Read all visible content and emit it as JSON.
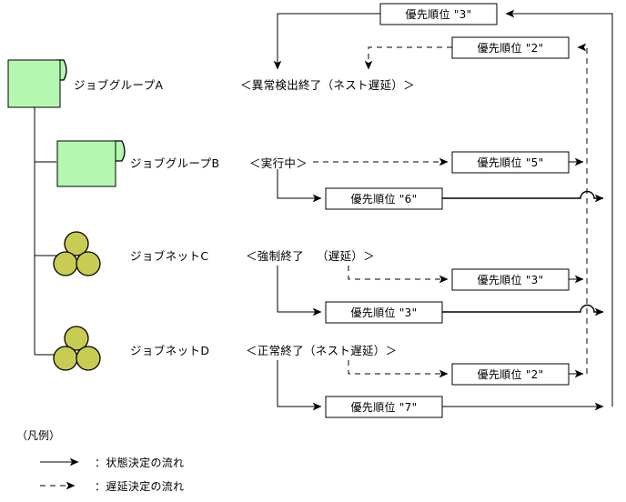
{
  "figure": {
    "nodes": [
      {
        "id": "group-a",
        "label": "ジョブグループA",
        "icon": "job-group-icon"
      },
      {
        "id": "group-b",
        "label": "ジョブグループB",
        "icon": "job-group-icon"
      },
      {
        "id": "net-c",
        "label": "ジョブネットC",
        "icon": "job-net-icon"
      },
      {
        "id": "net-d",
        "label": "ジョブネットD",
        "icon": "job-net-icon"
      }
    ],
    "states": [
      {
        "id": "state-a",
        "label": "＜異常検出終了（ネスト遅延）＞"
      },
      {
        "id": "state-b",
        "label": "＜実行中＞"
      },
      {
        "id": "state-c-main",
        "label": "＜強制終了"
      },
      {
        "id": "state-c-delay",
        "label": "（遅延）＞"
      },
      {
        "id": "state-d",
        "label": "＜正常終了（ネスト遅延）＞"
      }
    ],
    "priority_boxes": [
      {
        "id": "prio-top",
        "label": "優先順位 \"3\"",
        "flow": "status"
      },
      {
        "id": "prio-nest-a",
        "label": "優先順位 \"2\"",
        "flow": "delay"
      },
      {
        "id": "prio-b-delay",
        "label": "優先順位 \"5\"",
        "flow": "delay"
      },
      {
        "id": "prio-b-status",
        "label": "優先順位 \"6\"",
        "flow": "status"
      },
      {
        "id": "prio-c-delay",
        "label": "優先順位 \"3\"",
        "flow": "delay"
      },
      {
        "id": "prio-c-status",
        "label": "優先順位 \"3\"",
        "flow": "status"
      },
      {
        "id": "prio-d-delay",
        "label": "優先順位 \"2\"",
        "flow": "delay"
      },
      {
        "id": "prio-d-status",
        "label": "優先順位 \"7\"",
        "flow": "status"
      }
    ],
    "legend": {
      "title": "（凡例）",
      "entries": [
        {
          "id": "legend-status",
          "style": "solid",
          "label": "：状態決定の流れ"
        },
        {
          "id": "legend-delay",
          "style": "dashed",
          "label": "：遅延決定の流れ"
        }
      ]
    },
    "colors": {
      "job_group_fill": "#b4f7b0",
      "job_net_fill": "#c8cc52",
      "box_fill": "#ffffff",
      "stroke": "#000000",
      "background": "#ffffff"
    }
  }
}
